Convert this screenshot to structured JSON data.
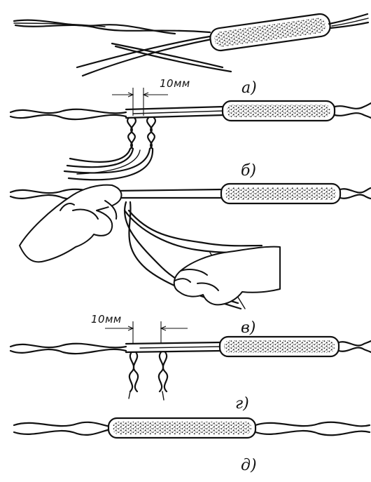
{
  "labels": {
    "a": "а)",
    "b": "б)",
    "v": "в)",
    "g": "г)",
    "d": "д)"
  },
  "dimensions": {
    "top": "10мм",
    "middle": "10мм"
  }
}
